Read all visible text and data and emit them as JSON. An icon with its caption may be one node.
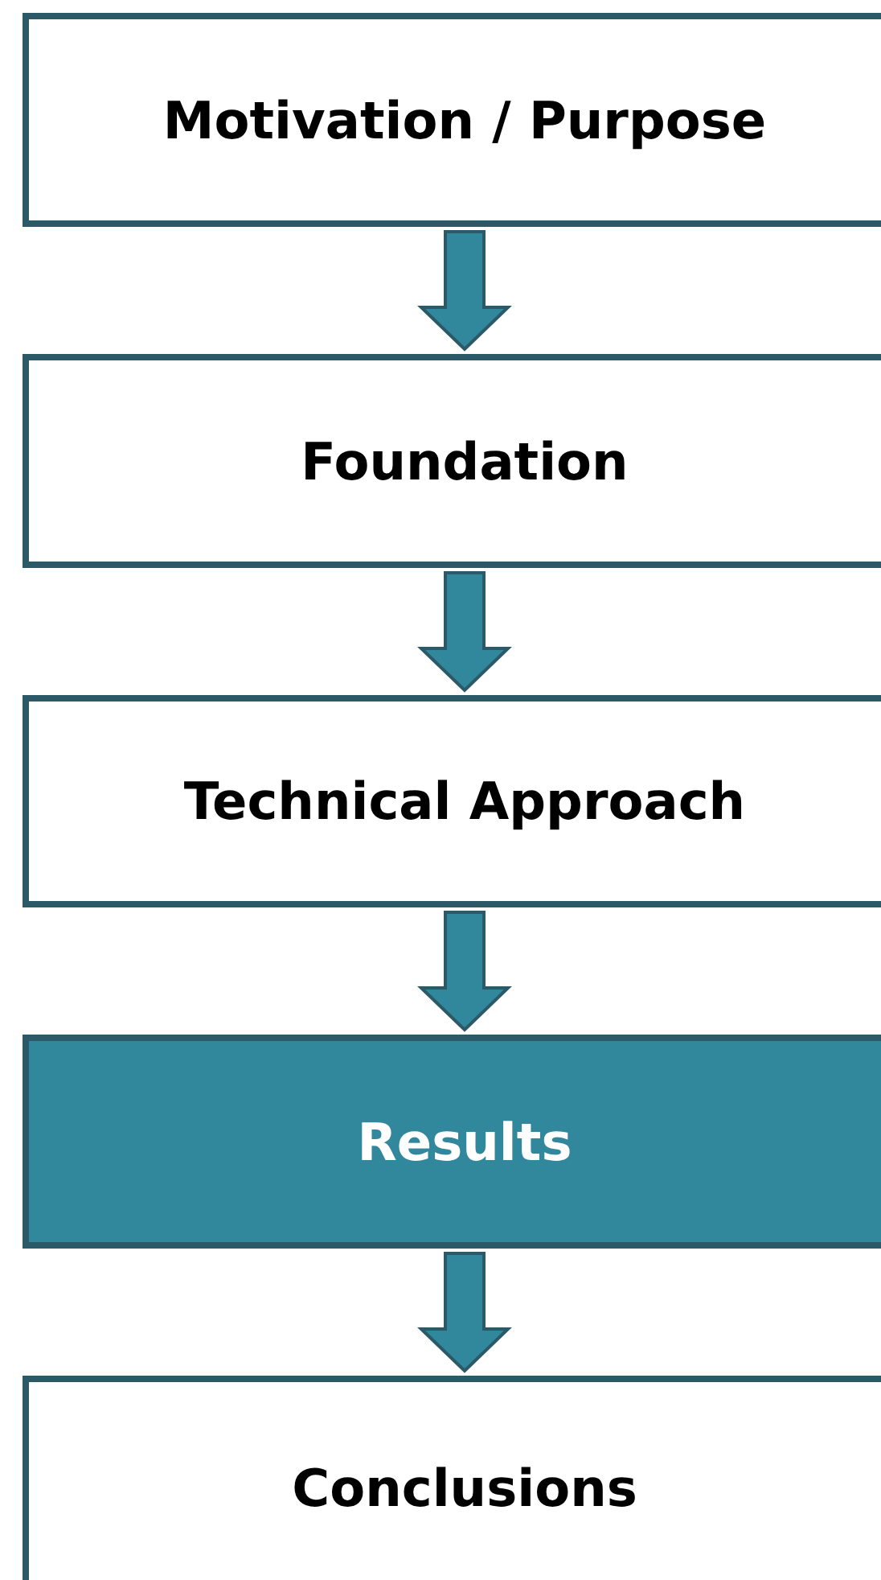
{
  "diagram": {
    "nodes": [
      {
        "text": [
          "Motivation / Purpose"
        ]
      },
      {
        "text": [
          "Foundation"
        ]
      },
      {
        "text": [
          "Technical Approach"
        ]
      },
      {
        "text": [
          "Results"
        ]
      },
      {
        "text": [
          "Conclusions"
        ]
      }
    ],
    "edges": [
      {
        "from": 0,
        "to": 1,
        "arrow": "to"
      },
      {
        "from": 1,
        "to": 2,
        "arrow": "to"
      },
      {
        "from": 2,
        "to": 3,
        "arrow": "to"
      },
      {
        "from": 3,
        "to": 4,
        "arrow": "to"
      }
    ]
  }
}
